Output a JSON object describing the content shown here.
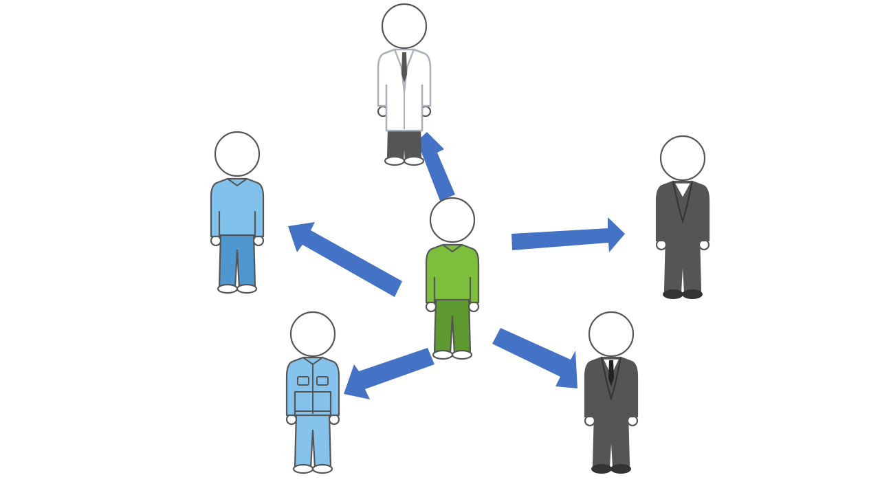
{
  "colors": {
    "arrow": "#4472C4",
    "background": "#FFFFFF",
    "outline": "#555555",
    "center_shirt": "#7DBE3C",
    "center_pants": "#5E9A30",
    "casual_shirt": "#7FC1EA",
    "casual_pants": "#4F97CF",
    "worker_uniform": "#86C3EC",
    "labcoat": "#FFFFFF",
    "labcoat_trim": "#A9B1BA",
    "suit": "#555555",
    "suit_dark": "#404040"
  },
  "people": [
    {
      "name": "center-person-green",
      "role": "center",
      "outfit": "green-sweater"
    },
    {
      "name": "person-lab-coat",
      "role": "target",
      "outfit": "lab-coat"
    },
    {
      "name": "person-casual-blue",
      "role": "target",
      "outfit": "blue-sweater"
    },
    {
      "name": "person-suit-right",
      "role": "target",
      "outfit": "gray-suit"
    },
    {
      "name": "person-work-uniform",
      "role": "target",
      "outfit": "blue-work-uniform"
    },
    {
      "name": "person-suit-tie",
      "role": "target",
      "outfit": "gray-suit-with-tie"
    }
  ],
  "arrows": [
    {
      "name": "arrow-to-lab-coat",
      "from": "center-person-green",
      "to": "person-lab-coat"
    },
    {
      "name": "arrow-to-casual-blue",
      "from": "center-person-green",
      "to": "person-casual-blue"
    },
    {
      "name": "arrow-to-suit-right",
      "from": "center-person-green",
      "to": "person-suit-right"
    },
    {
      "name": "arrow-to-work-uniform",
      "from": "center-person-green",
      "to": "person-work-uniform"
    },
    {
      "name": "arrow-to-suit-tie",
      "from": "center-person-green",
      "to": "person-suit-tie"
    }
  ]
}
